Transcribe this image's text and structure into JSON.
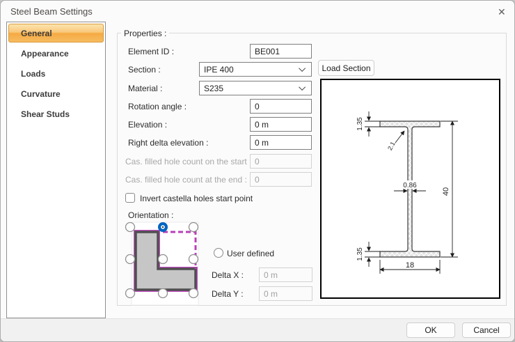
{
  "window": {
    "title": "Steel Beam Settings",
    "close_glyph": "✕"
  },
  "sidebar": {
    "selected_index": 0,
    "items": [
      {
        "label": "General"
      },
      {
        "label": "Appearance"
      },
      {
        "label": "Loads"
      },
      {
        "label": "Curvature"
      },
      {
        "label": "Shear Studs"
      }
    ]
  },
  "properties": {
    "group_label": "Properties :",
    "element_id": {
      "label": "Element ID :",
      "value": "BE001"
    },
    "section": {
      "label": "Section :",
      "value": "IPE 400"
    },
    "load_section_button": "Load Section",
    "material": {
      "label": "Material :",
      "value": "S235"
    },
    "rotation_angle": {
      "label": "Rotation angle :",
      "value": "0"
    },
    "elevation": {
      "label": "Elevation :",
      "value": "0 m"
    },
    "right_delta_elevation": {
      "label": "Right delta elevation :",
      "value": "0 m"
    },
    "cas_hole_start": {
      "label": "Cas. filled hole count on the start :",
      "value": "0",
      "disabled": true
    },
    "cas_hole_end": {
      "label": "Cas. filled hole count at the end :",
      "value": "0",
      "disabled": true
    },
    "invert_castella": {
      "label": "Invert castella holes start point",
      "checked": false
    },
    "orientation": {
      "label": "Orientation :",
      "selected_position": "top-center",
      "user_defined": {
        "label": "User defined",
        "checked": false
      },
      "delta_x": {
        "label": "Delta X :",
        "value": "0 m"
      },
      "delta_y": {
        "label": "Delta Y :",
        "value": "0 m"
      }
    }
  },
  "preview": {
    "dimensions": {
      "height": "40",
      "width": "18",
      "web_thickness": "0.86",
      "flange_thickness_top": "1.35",
      "flange_thickness_bottom": "1.35",
      "fillet_radius": "2.1"
    }
  },
  "footer": {
    "ok_label": "OK",
    "cancel_label": "Cancel"
  },
  "colors": {
    "accent_orange": "#f5aa43",
    "selection_blue": "#0165c1",
    "magenta": "#c44ec4"
  }
}
